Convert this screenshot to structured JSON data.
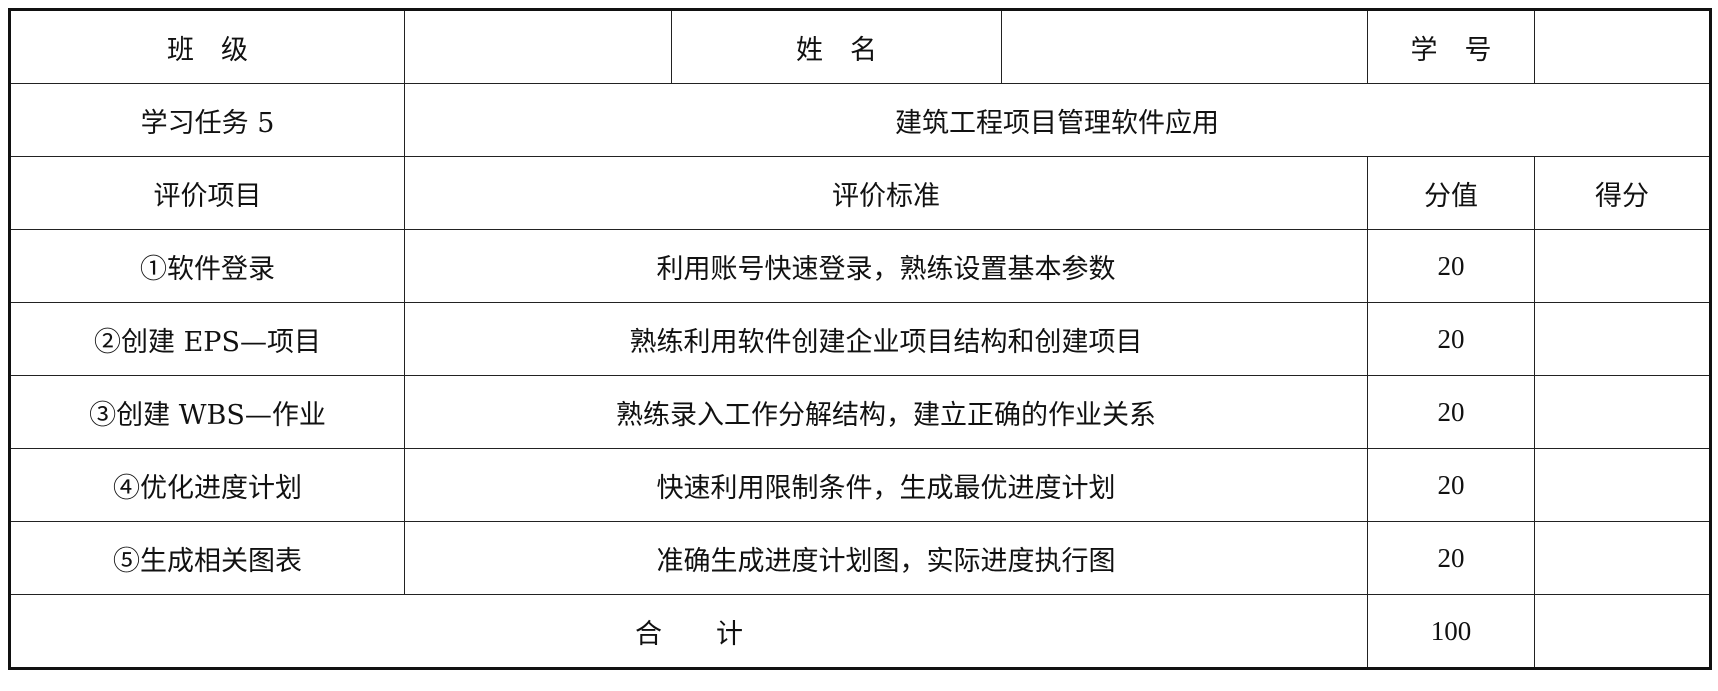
{
  "header": {
    "class_label": "班　级",
    "name_label": "姓　名",
    "student_id_label": "学　号"
  },
  "task": {
    "label": "学习任务 5",
    "title": "建筑工程项目管理软件应用"
  },
  "columns": {
    "item": "评价项目",
    "criteria": "评价标准",
    "points": "分值",
    "score": "得分"
  },
  "rows": [
    {
      "item": "①软件登录",
      "criteria": "利用账号快速登录，熟练设置基本参数",
      "points": "20"
    },
    {
      "item": "②创建 EPS—项目",
      "criteria": "熟练利用软件创建企业项目结构和创建项目",
      "points": "20"
    },
    {
      "item": "③创建 WBS—作业",
      "criteria": "熟练录入工作分解结构，建立正确的作业关系",
      "points": "20"
    },
    {
      "item": "④优化进度计划",
      "criteria": "快速利用限制条件，生成最优进度计划",
      "points": "20"
    },
    {
      "item": "⑤生成相关图表",
      "criteria": "准确生成进度计划图，实际进度执行图",
      "points": "20"
    }
  ],
  "total": {
    "label": "合　　计",
    "points": "100"
  }
}
